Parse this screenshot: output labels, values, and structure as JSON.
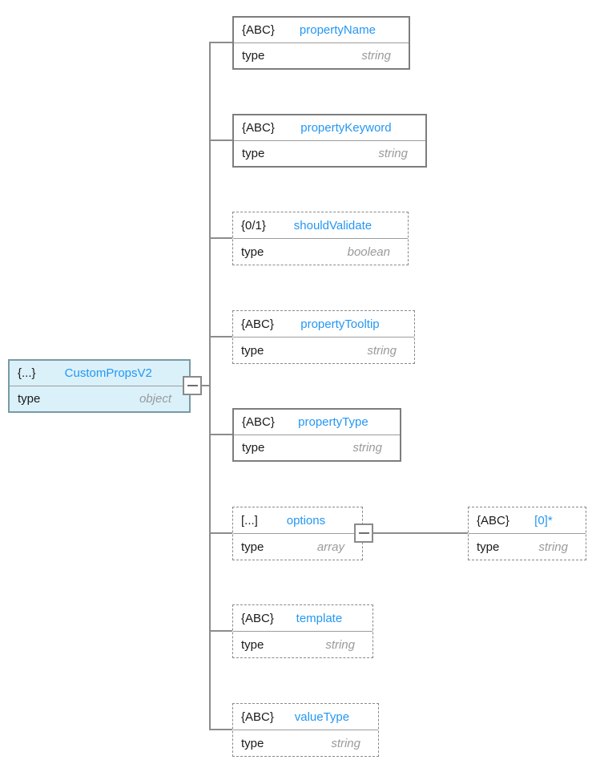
{
  "root_node": {
    "badge": "{...}",
    "title": "CustomPropsV2",
    "type_label": "type",
    "type_value": "object",
    "border_style": "solid"
  },
  "children": [
    {
      "badge": "{ABC}",
      "title": "propertyName",
      "type_label": "type",
      "type_value": "string",
      "border_style": "solid"
    },
    {
      "badge": "{ABC}",
      "title": "propertyKeyword",
      "type_label": "type",
      "type_value": "string",
      "border_style": "solid"
    },
    {
      "badge": "{0/1}",
      "title": "shouldValidate",
      "type_label": "type",
      "type_value": "boolean",
      "border_style": "dashed"
    },
    {
      "badge": "{ABC}",
      "title": "propertyTooltip",
      "type_label": "type",
      "type_value": "string",
      "border_style": "dashed"
    },
    {
      "badge": "{ABC}",
      "title": "propertyType",
      "type_label": "type",
      "type_value": "string",
      "border_style": "solid"
    },
    {
      "badge": "[...]",
      "title": "options",
      "type_label": "type",
      "type_value": "array",
      "border_style": "dashed"
    },
    {
      "badge": "{ABC}",
      "title": "template",
      "type_label": "type",
      "type_value": "string",
      "border_style": "dashed"
    },
    {
      "badge": "{ABC}",
      "title": "valueType",
      "type_label": "type",
      "type_value": "string",
      "border_style": "dashed"
    }
  ],
  "array_item_node": {
    "badge": "{ABC}",
    "title": "[0]*",
    "type_label": "type",
    "type_value": "string",
    "border_style": "dashed"
  },
  "icons": {
    "collapse": "minus-icon"
  },
  "colors": {
    "accent_blue": "#2497f3",
    "root_background": "#daf1fa",
    "connector_gray": "#8c8c8c",
    "muted_text_gray": "#9a9a9a"
  }
}
